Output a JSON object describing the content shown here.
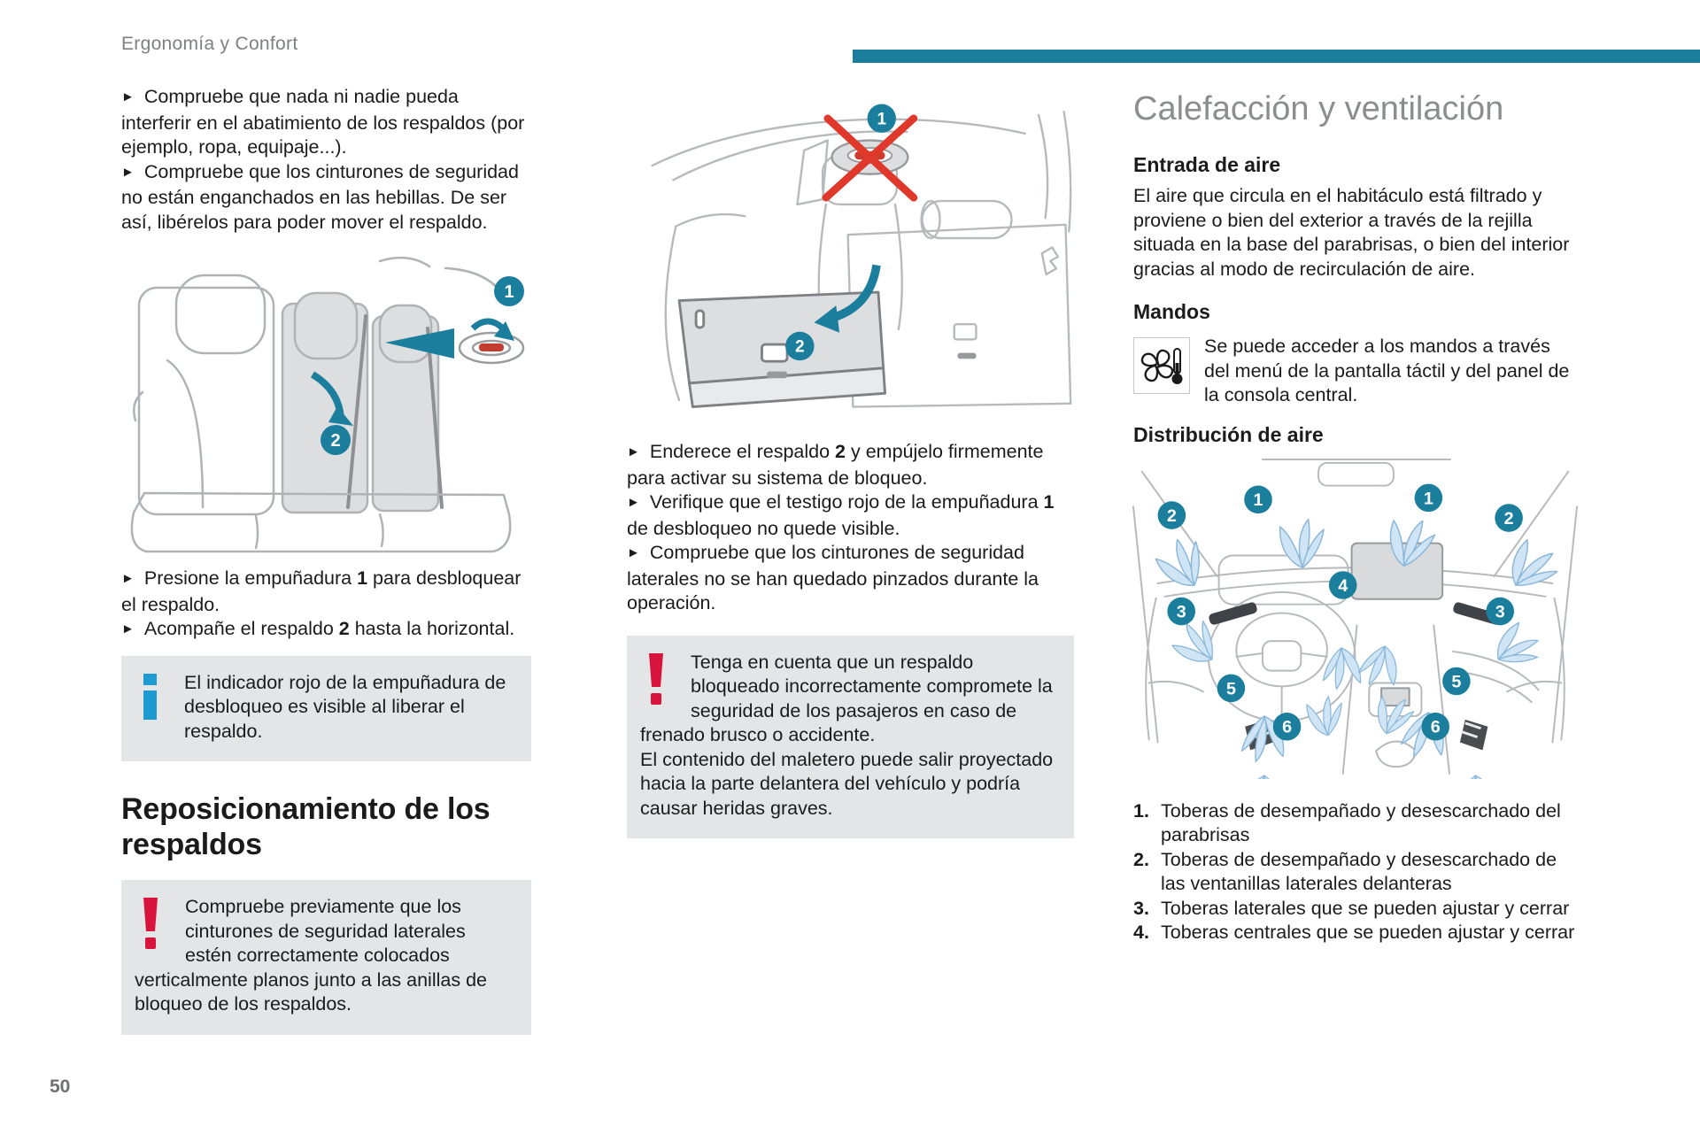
{
  "page": {
    "running_header": "Ergonomía y Confort",
    "page_number": "50",
    "accent_color": "#1b7e9d",
    "info_icon_color": "#1e9ad2",
    "warning_icon_color": "#d9143c",
    "box_background": "#e4e5e6"
  },
  "glyphs": {
    "step_arrow": "►"
  },
  "col1": {
    "steps_top": [
      "Compruebe que nada ni nadie pueda interferir en el abatimiento de los respaldos (por ejemplo, ropa, equipaje...).",
      "Compruebe que los cinturones de seguridad no están enganchados en las hebillas. De ser así, libérelos para poder mover el respaldo."
    ],
    "steps_mid": [
      "Presione la empuñadura **1** para desbloquear el respaldo.",
      "Acompañe el respaldo **2** hasta la horizontal."
    ],
    "info_box": "El indicador rojo de la empuñadura de desbloqueo es visible al liberar el respaldo.",
    "section_heading": "Reposicionamiento de los respaldos",
    "warning_box": "Compruebe previamente que los cinturones de seguridad laterales estén correctamente colocados verticalmente planos junto a las anillas de bloqueo de los respaldos."
  },
  "col2": {
    "steps": [
      "Enderece el respaldo **2** y empújelo firmemente para activar su sistema de bloqueo.",
      "Verifique que el testigo rojo de la empuñadura **1** de desbloqueo no quede visible.",
      "Compruebe que los cinturones de seguridad laterales no se han quedado pinzados durante la operación."
    ],
    "warning_box": [
      "Tenga en cuenta que un respaldo bloqueado incorrectamente compromete la seguridad de los pasajeros en caso de frenado brusco o accidente.",
      "El contenido del maletero puede salir proyectado hacia la parte delantera del vehículo y podría causar heridas graves."
    ]
  },
  "col3": {
    "title": "Calefacción y ventilación",
    "air_intake_heading": "Entrada de aire",
    "air_intake_text": "El aire que circula en el habitáculo está filtrado y proviene o bien del exterior a través de la rejilla situada en la base del parabrisas, o bien del interior gracias al modo de recirculación de aire.",
    "controls_heading": "Mandos",
    "controls_text": "Se puede acceder a los mandos a través del menú de la pantalla táctil y del panel de la consola central.",
    "distribution_heading": "Distribución de aire",
    "vent_list": [
      {
        "num": "1.",
        "text": "Toberas de desempañado y desescarchado del parabrisas"
      },
      {
        "num": "2.",
        "text": "Toberas de desempañado y desescarchado de las ventanillas laterales delanteras"
      },
      {
        "num": "3.",
        "text": "Toberas laterales que se pueden ajustar y cerrar"
      },
      {
        "num": "4.",
        "text": "Toberas centrales que se pueden ajustar y cerrar"
      }
    ]
  },
  "figures": {
    "fig1": {
      "markers": [
        "1",
        "2"
      ]
    },
    "fig2": {
      "markers": [
        "1",
        "2"
      ]
    },
    "fig3": {
      "markers": [
        "1",
        "2",
        "3",
        "4",
        "5",
        "6"
      ]
    }
  }
}
